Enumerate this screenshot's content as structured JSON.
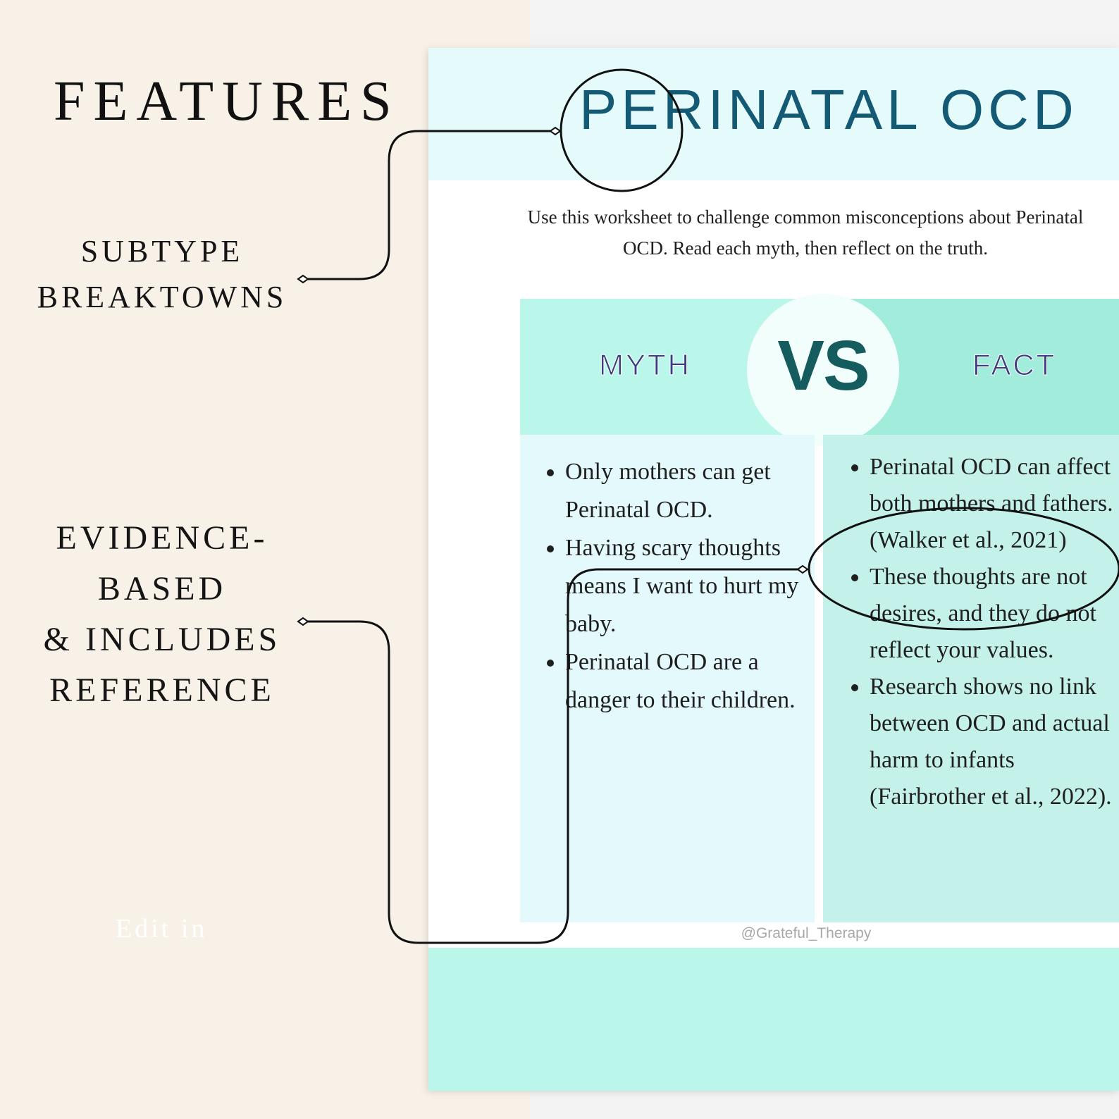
{
  "features": {
    "title": "FEATURES",
    "callouts": [
      {
        "lines": [
          "SUBTYPE",
          "BREAKTOWNS"
        ]
      },
      {
        "lines": [
          "EVIDENCE-",
          "BASED",
          "& INCLUDES",
          "REFERENCE"
        ]
      }
    ],
    "edit_text": "Edit in"
  },
  "worksheet": {
    "title": "PERINATAL OCD",
    "intro": "Use this worksheet to challenge common misconceptions about Perinatal OCD. Read each myth, then reflect on the truth.",
    "myth_label": "MYTH",
    "vs_label": "VS",
    "fact_label": "FACT",
    "myths": [
      "Only mothers can get Perinatal OCD.",
      "Having scary thoughts means I want to hurt my baby.",
      " Perinatal OCD are a danger to their children."
    ],
    "facts": [
      "Perinatal OCD can affect both mothers and fathers.  (Walker et al., 2021)",
      "These thoughts are not desires, and they do not reflect your values.",
      "Research shows no link between OCD and actual harm to infants (Fairbrother et al., 2022)."
    ],
    "credit": "@Grateful_Therapy"
  },
  "colors": {
    "title": "#145a74",
    "vs": "#145c5e",
    "column_label": "#3d3e80",
    "myth_header": "#baf6ea",
    "fact_header": "#a2ecdc",
    "myth_body": "#e3f9fc",
    "fact_body": "#c4f2ea",
    "left_background": "#f7f1e8"
  }
}
